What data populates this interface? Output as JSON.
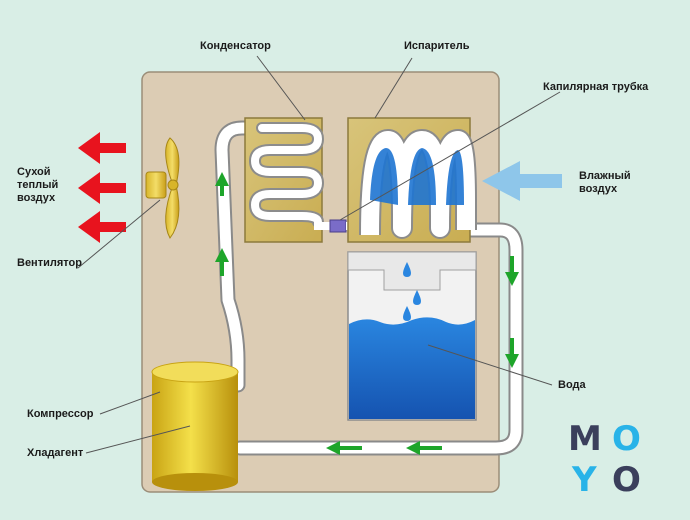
{
  "labels": {
    "condenser": "Конденсатор",
    "evaporator": "Испаритель",
    "capillary": "Капилярная трубка",
    "humid_line1": "Влажный",
    "humid_line2": "воздух",
    "dry_line1": "Сухой",
    "dry_line2": "теплый",
    "dry_line3": "воздух",
    "fan": "Вентилятор",
    "water": "Вода",
    "compressor": "Компрессор",
    "refrigerant": "Хладагент"
  },
  "logo": {
    "letters": [
      "M",
      "O",
      "Y",
      "O"
    ],
    "colors": {
      "dark": "#3b3f5c",
      "accent": "#29b3e8"
    }
  },
  "colors": {
    "background": "#d9eee6",
    "unit_body": "#dcccb4",
    "pipe": "#ffffff",
    "hot_arrow": "#e8131e",
    "cold_arrow": "#8ec6ea",
    "flow_arrow": "#1ea52a",
    "water": "#1e74d2",
    "coil_box": "#dcc270",
    "compressor": "#e8c92a"
  }
}
